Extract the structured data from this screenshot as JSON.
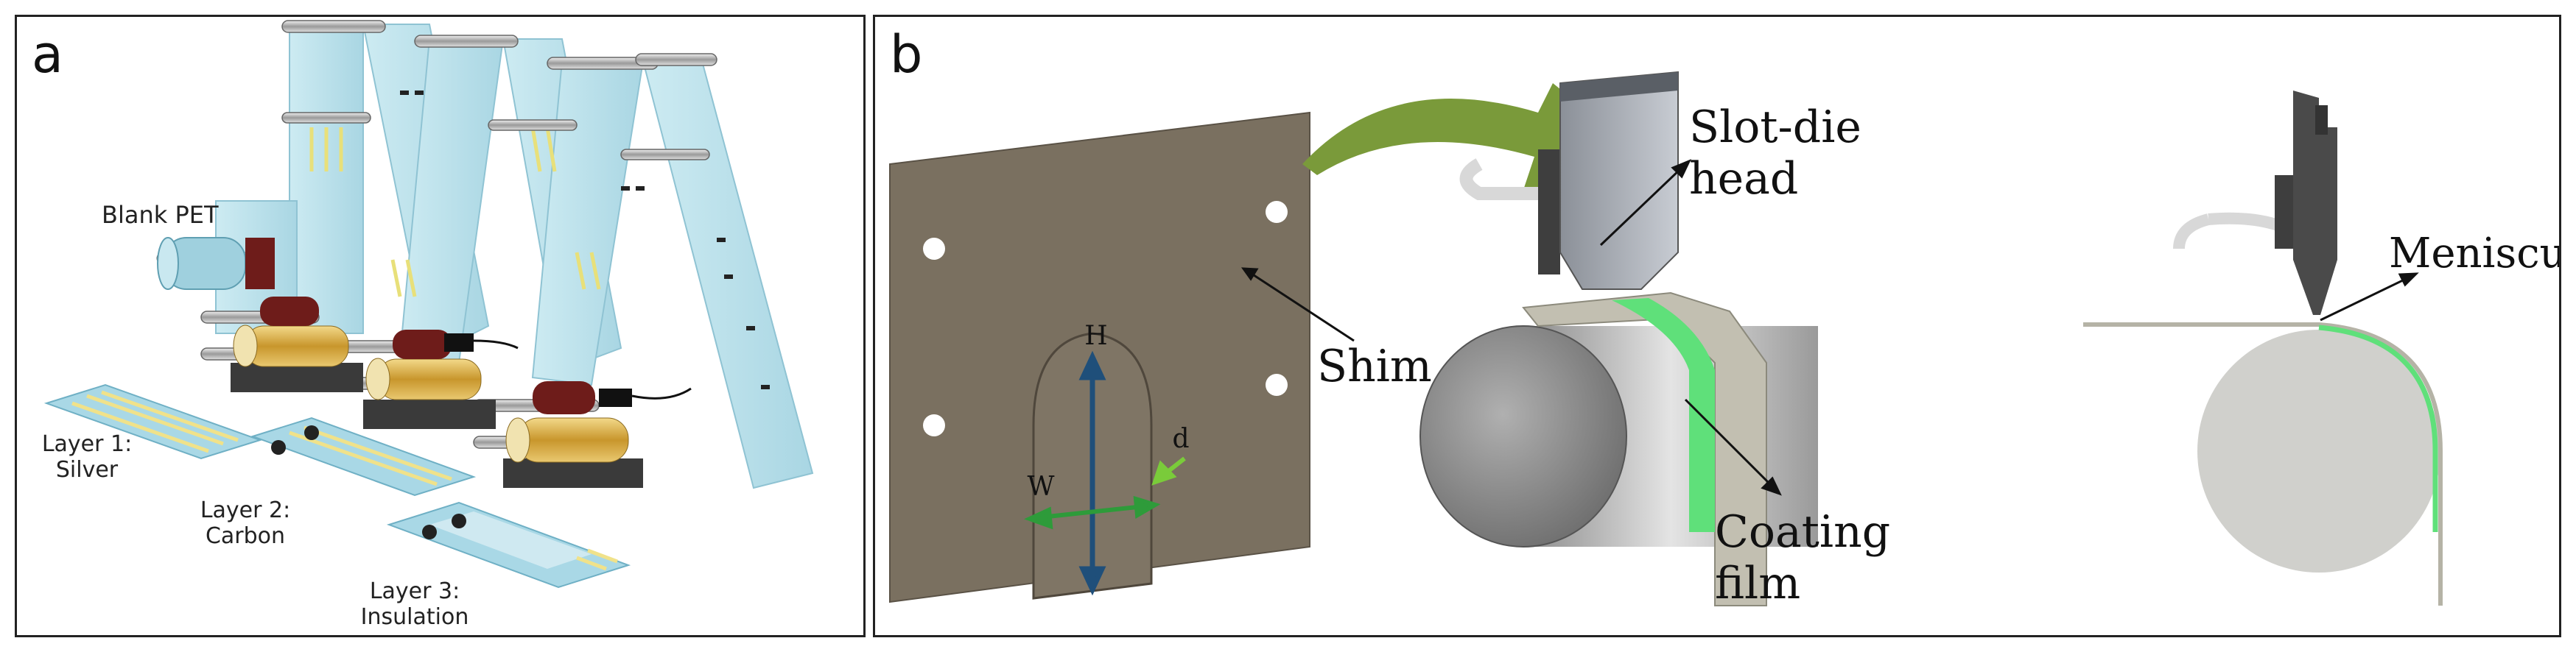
{
  "panel_a": {
    "letter": "a",
    "blank_pet": "Blank PET",
    "layer1": [
      "Layer 1:",
      "Silver"
    ],
    "layer2": [
      "Layer 2:",
      "Carbon"
    ],
    "layer3": [
      "Layer 3:",
      "Insulation"
    ]
  },
  "panel_b": {
    "letter": "b",
    "shim": "Shim",
    "dim_h": "H",
    "dim_w": "W",
    "dim_d": "d",
    "slot_die": [
      "Slot-die",
      "head"
    ],
    "coating": [
      "Coating",
      "film"
    ],
    "meniscus": "Meniscus"
  },
  "colors": {
    "pet_film": "#bfe3ec",
    "shim": "#7a7060",
    "arrow_green": "#7a9a3a",
    "coating_green": "#5fe07a",
    "dim_blue": "#1f4f7a",
    "dim_green": "#2e9b3a"
  }
}
